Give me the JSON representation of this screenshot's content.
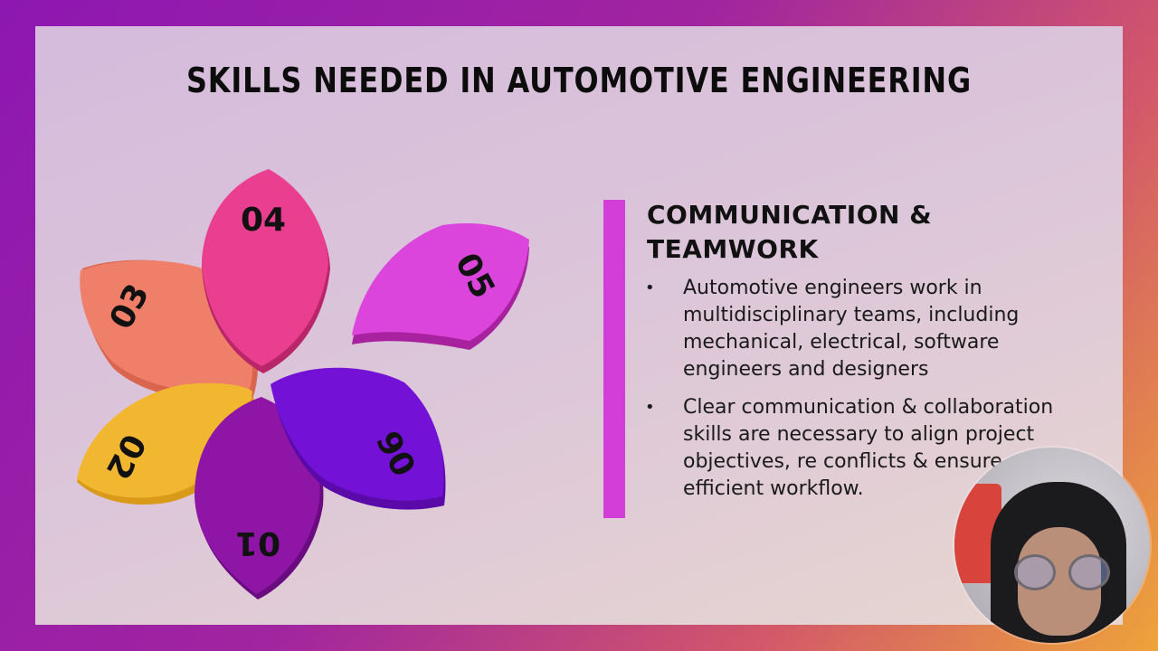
{
  "slide": {
    "title": "SKILLS NEEDED IN AUTOMOTIVE ENGINEERING"
  },
  "petals": [
    {
      "label": "01",
      "color": "#8e15a6"
    },
    {
      "label": "02",
      "color": "#f2b731"
    },
    {
      "label": "03",
      "color": "#ef7f68"
    },
    {
      "label": "04",
      "color": "#ea3f90"
    },
    {
      "label": "05",
      "color": "#dc45db"
    },
    {
      "label": "06",
      "color": "#7312d6"
    }
  ],
  "content": {
    "heading_line1": "COMMUNICATION &",
    "heading_line2": "TEAMWORK",
    "bullet_symbol": "•",
    "bullets": [
      "Automotive engineers work in multidisciplinary teams, including mechanical, electrical, software engineers and designers",
      "Clear communication & collaboration skills are necessary to align project objectives, re conflicts & ensure efficient workflow."
    ]
  },
  "colors": {
    "accent_bar": "#d43ed8",
    "frame_start": "#8e17b2",
    "frame_end": "#eea33a"
  }
}
